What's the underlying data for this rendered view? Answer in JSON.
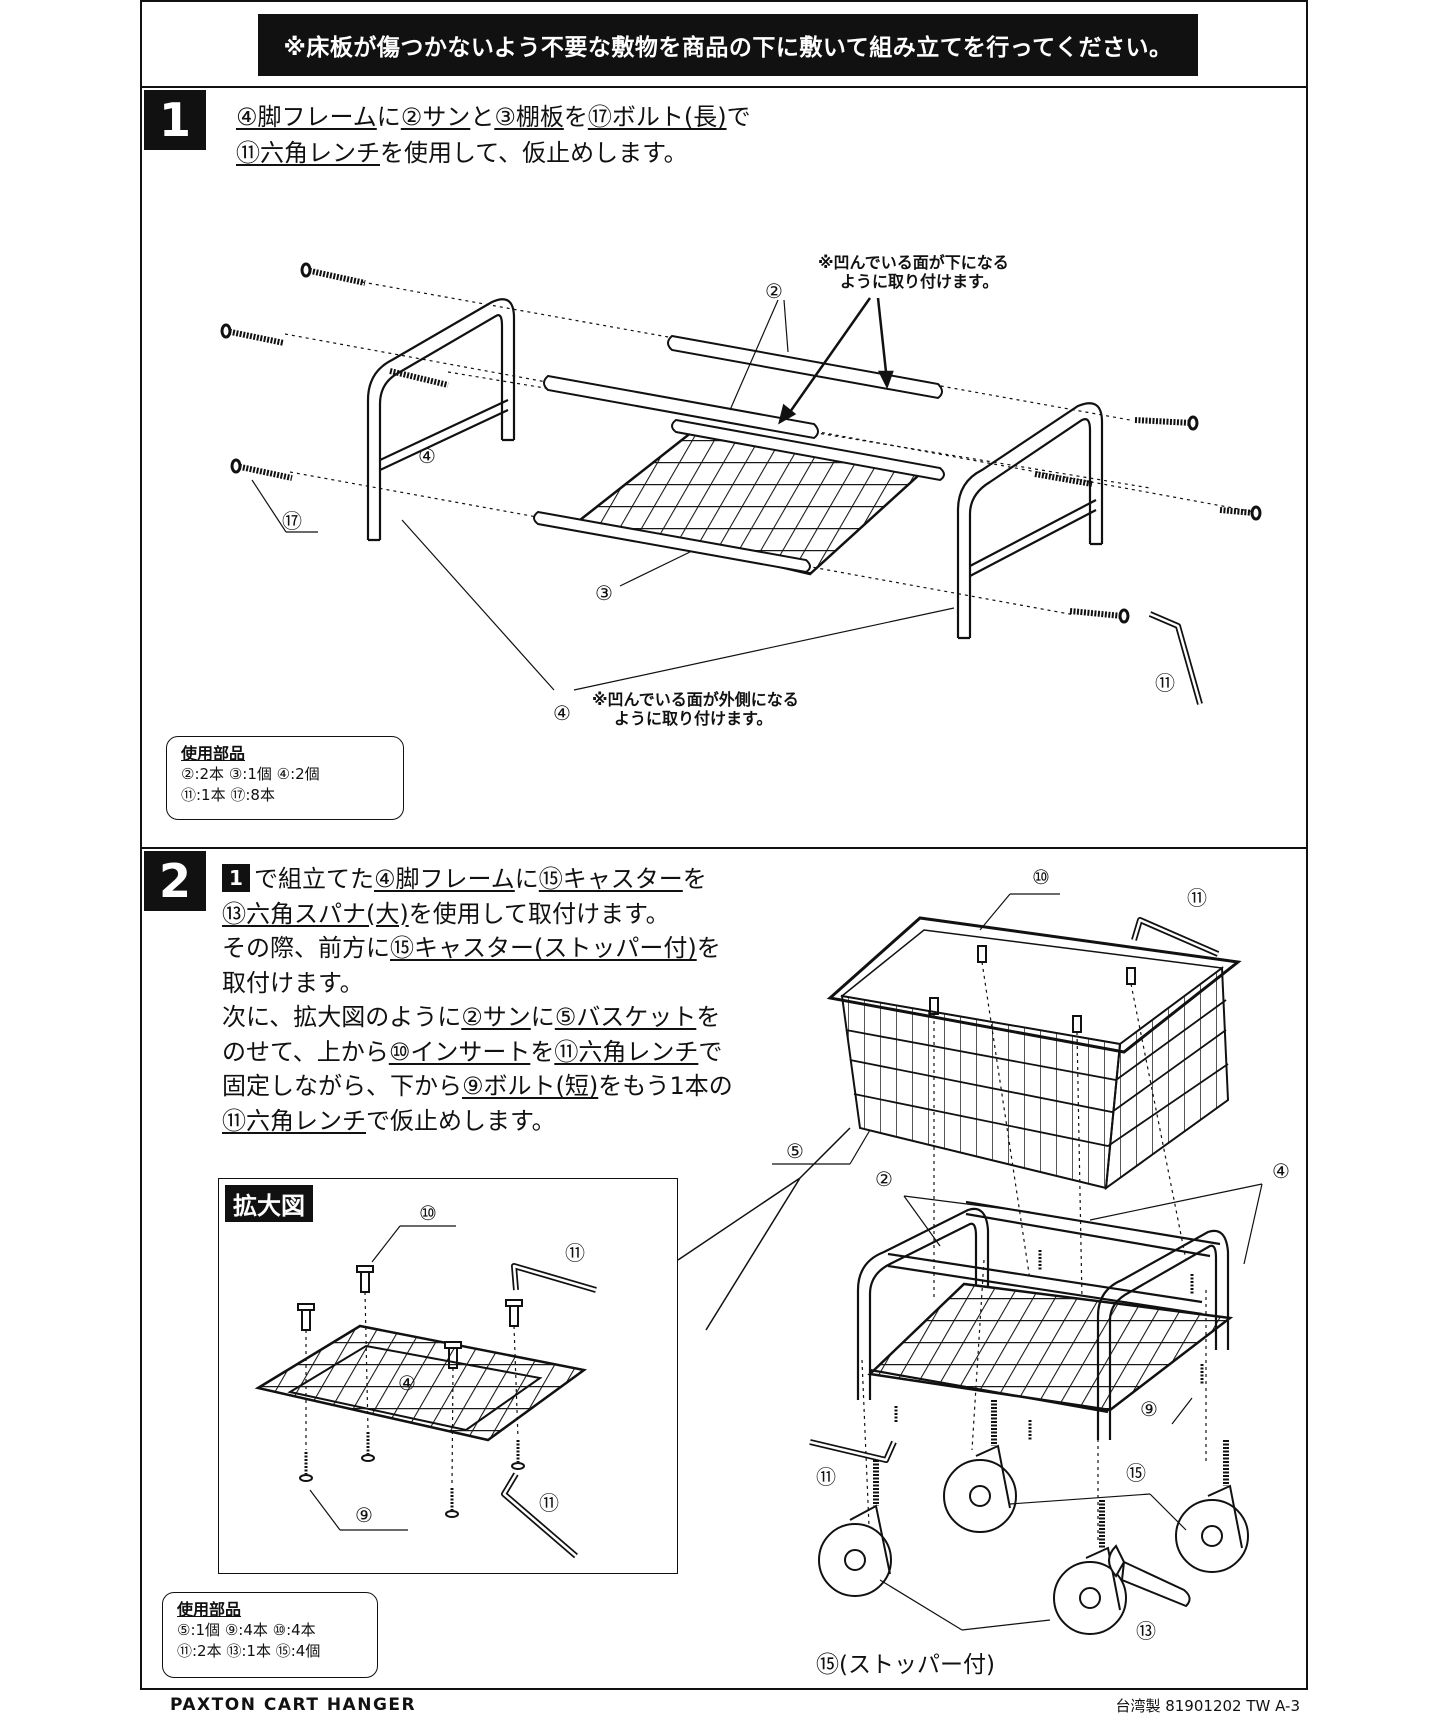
{
  "banner": "※床板が傷つかないよう不要な敷物を商品の下に敷いて組み立てを行ってください。",
  "step1": {
    "number": "1",
    "line1": [
      {
        "t": "④脚フレーム",
        "u": true
      },
      {
        "t": "に",
        "u": false
      },
      {
        "t": "②サン",
        "u": true
      },
      {
        "t": "と",
        "u": false
      },
      {
        "t": "③棚板",
        "u": true
      },
      {
        "t": "を",
        "u": false
      },
      {
        "t": "⑰ボルト(長)",
        "u": true
      },
      {
        "t": "で",
        "u": false
      }
    ],
    "line2": [
      {
        "t": "⑪六角レンチ",
        "u": true
      },
      {
        "t": "を使用して、仮止めします。",
        "u": false
      }
    ],
    "note_top": [
      "※凹んでいる面が下になる",
      "ように取り付けます。"
    ],
    "note_bottom": [
      "※凹んでいる面が外側になる",
      "ように取り付けます。"
    ],
    "labels": {
      "sun": "②",
      "frame_left": "④",
      "bolt": "⑰",
      "shelf": "③",
      "frame_bottom": "④",
      "wrench": "⑪"
    },
    "parts": {
      "title": "使用部品",
      "line1": "②:2本 ③:1個 ④:2個",
      "line2": "⑪:1本 ⑰:8本"
    }
  },
  "step2": {
    "number": "2",
    "mini_number": "1",
    "lines": [
      [
        {
          "t": "で組立てた",
          "u": false
        },
        {
          "t": "④脚フレーム",
          "u": true
        },
        {
          "t": "に",
          "u": false
        },
        {
          "t": "⑮キャスター",
          "u": true
        },
        {
          "t": "を",
          "u": false
        }
      ],
      [
        {
          "t": "⑬六角スパナ(大)",
          "u": true
        },
        {
          "t": "を使用して取付けます。",
          "u": false
        }
      ],
      [
        {
          "t": "その際、前方に",
          "u": false
        },
        {
          "t": "⑮キャスター(ストッパー付)",
          "u": true
        },
        {
          "t": "を",
          "u": false
        }
      ],
      [
        {
          "t": "取付けます。",
          "u": false
        }
      ],
      [
        {
          "t": "次に、拡大図のように",
          "u": false
        },
        {
          "t": "②サン",
          "u": true
        },
        {
          "t": "に",
          "u": false
        },
        {
          "t": "⑤バスケット",
          "u": true
        },
        {
          "t": "を",
          "u": false
        }
      ],
      [
        {
          "t": "のせて、上から",
          "u": false
        },
        {
          "t": "⑩インサート",
          "u": true
        },
        {
          "t": "を",
          "u": false
        },
        {
          "t": "⑪六角レンチ",
          "u": true
        },
        {
          "t": "で",
          "u": false
        }
      ],
      [
        {
          "t": "固定しながら、下から",
          "u": false
        },
        {
          "t": "⑨ボルト(短)",
          "u": true
        },
        {
          "t": "をもう1本の",
          "u": false
        }
      ],
      [
        {
          "t": "⑪六角レンチ",
          "u": true
        },
        {
          "t": "で仮止めします。",
          "u": false
        }
      ]
    ],
    "zoom_title": "拡大図",
    "zoom_labels": {
      "insert": "⑩",
      "wrench_top": "⑪",
      "frame": "④",
      "bolt": "⑨",
      "wrench_bottom": "⑪"
    },
    "labels": {
      "insert": "⑩",
      "wrench_top": "⑪",
      "basket": "⑤",
      "sun": "②",
      "frame": "④",
      "bolt": "⑨",
      "wrench_left": "⑪",
      "caster": "⑮",
      "spanner": "⑬"
    },
    "stopper_label": "⑮(ストッパー付)",
    "parts": {
      "title": "使用部品",
      "line1": "⑤:1個 ⑨:4本 ⑩:4本",
      "line2": "⑪:2本 ⑬:1本 ⑮:4個"
    }
  },
  "footer": {
    "left": "PAXTON CART HANGER",
    "right": "台湾製 81901202 TW A-3"
  }
}
